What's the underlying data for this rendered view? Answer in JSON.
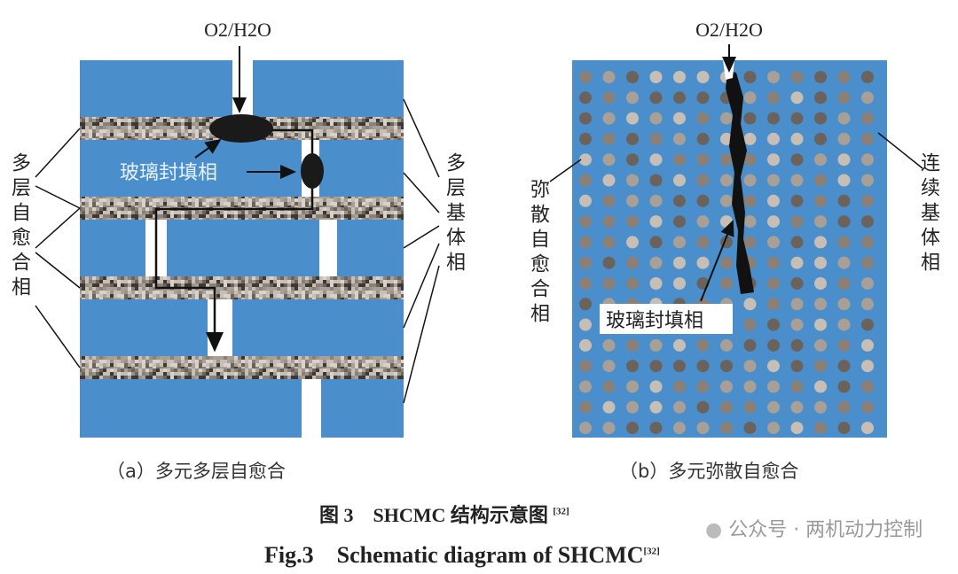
{
  "colors": {
    "matrix": "#4a8fcb",
    "glass": "#1a1a1a",
    "background": "#ffffff"
  },
  "panel_a": {
    "inlet": "O2/H2O",
    "glass_label": "玻璃封填相",
    "left_label": "多层自愈合相",
    "right_label": "多层基体相",
    "caption": "（a）多元多层自愈合"
  },
  "panel_b": {
    "inlet": "O2/H2O",
    "glass_label": "玻璃封填相",
    "left_label": "弥散自愈合相",
    "right_label": "连续基体相",
    "caption": "（b）多元弥散自愈合"
  },
  "figure": {
    "title_cn": "图 3　SHCMC 结构示意图",
    "title_en": "Fig.3　Schematic diagram of SHCMC",
    "ref": "[32]"
  },
  "watermark": "公众号 · 两机动力控制"
}
